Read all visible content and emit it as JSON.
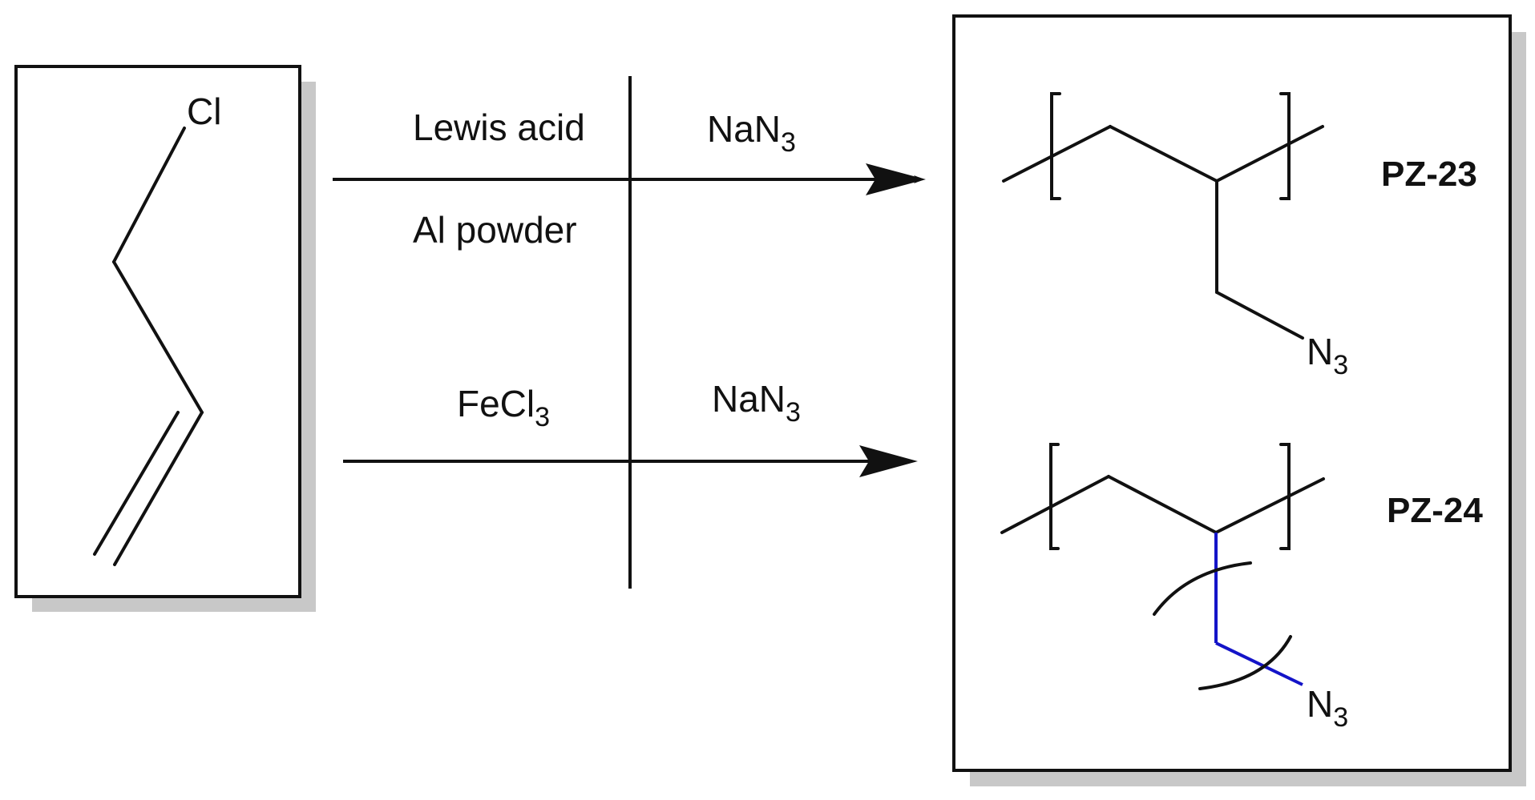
{
  "reactant": {
    "atom_label": "Cl"
  },
  "route_top": {
    "step1_reagent_1": "Lewis acid",
    "step1_reagent_2": "Al powder",
    "step2_reagent": "NaN",
    "step2_reagent_subscript": "3"
  },
  "route_bottom": {
    "step1_reagent": "FeCl",
    "step1_reagent_subscript": "3",
    "step2_reagent": "NaN",
    "step2_reagent_subscript": "3"
  },
  "product_top": {
    "group_label": "N",
    "group_subscript": "3",
    "compound_label": "PZ-23"
  },
  "product_bottom": {
    "group_label": "N",
    "group_subscript": "3",
    "compound_label": "PZ-24"
  },
  "colors": {
    "highlight_bond": "#1414c8",
    "line": "#111111",
    "shadow": "#c8c8c8"
  }
}
